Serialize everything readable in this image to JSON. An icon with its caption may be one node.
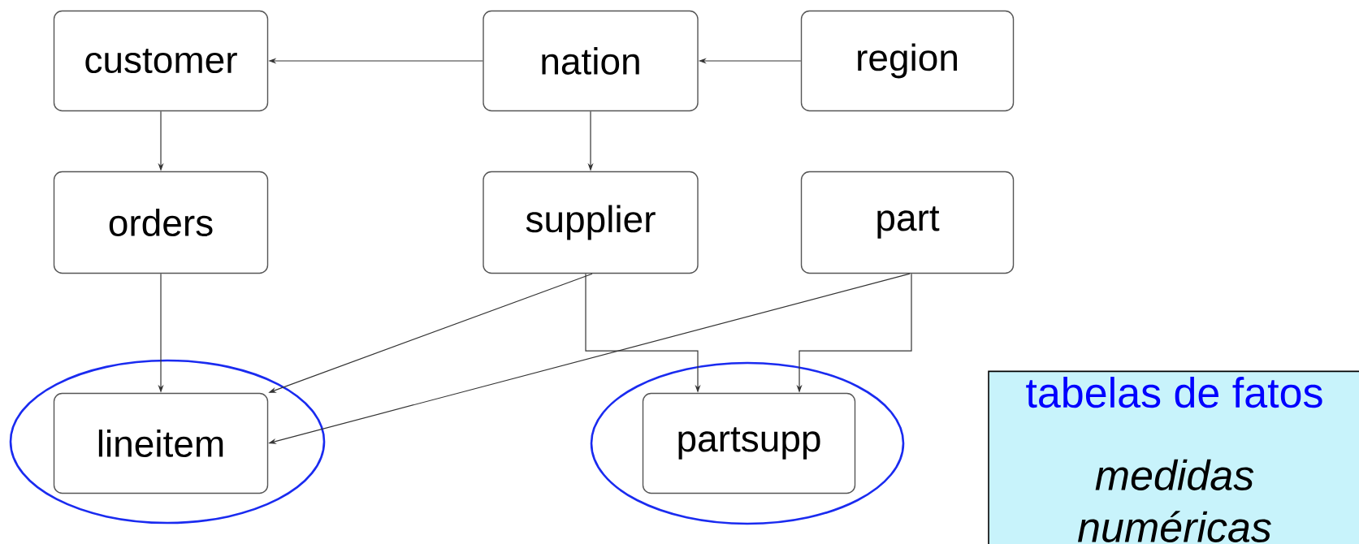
{
  "diagram": {
    "nodes": [
      {
        "text": [
          "customer"
        ]
      },
      {
        "text": [
          "nation"
        ]
      },
      {
        "text": [
          "region"
        ]
      },
      {
        "text": [
          "orders"
        ]
      },
      {
        "text": [
          "supplier"
        ]
      },
      {
        "text": [
          "part"
        ]
      },
      {
        "text": [],
        "shape": "ellipse"
      },
      {
        "text": [
          "lineitem"
        ],
        "in": 6
      },
      {
        "text": [],
        "shape": "ellipse"
      },
      {
        "text": [
          "partsupp"
        ],
        "in": 8
      },
      {
        "text": [
          "tabelas de fatos",
          "medidas numéricas"
        ]
      }
    ],
    "edges": [
      {
        "from": 1,
        "to": 0,
        "arrow": "to"
      },
      {
        "from": 2,
        "to": 1,
        "arrow": "to"
      },
      {
        "from": 0,
        "to": 3,
        "arrow": "to"
      },
      {
        "from": 1,
        "to": 4,
        "arrow": "to"
      },
      {
        "from": 3,
        "to": 7,
        "arrow": "to"
      },
      {
        "from": 4,
        "to": 7,
        "arrow": "to"
      },
      {
        "from": 5,
        "to": 7,
        "arrow": "to"
      },
      {
        "from": 4,
        "to": 9,
        "arrow": "to"
      },
      {
        "from": 5,
        "to": 9,
        "arrow": "to"
      }
    ]
  }
}
